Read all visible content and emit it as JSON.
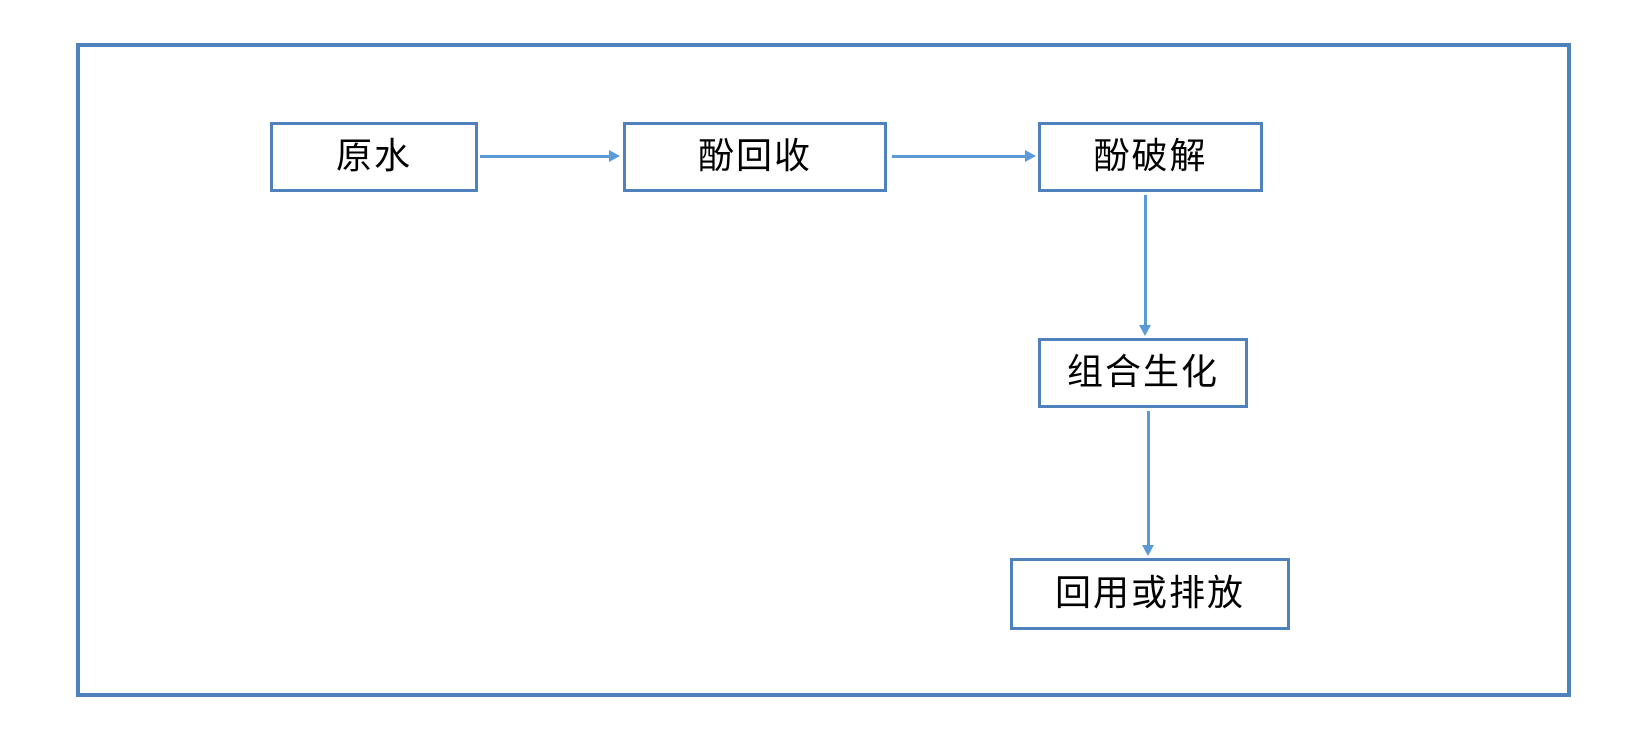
{
  "diagram": {
    "title": "phenol-wastewater-treatment-flowchart",
    "nodes": [
      {
        "id": "raw-water",
        "label": "原水"
      },
      {
        "id": "phenol-recovery",
        "label": "酚回收"
      },
      {
        "id": "phenol-cracking",
        "label": "酚破解"
      },
      {
        "id": "combined-biochemical",
        "label": "组合生化"
      },
      {
        "id": "reuse-or-discharge",
        "label": "回用或排放"
      }
    ],
    "edges": [
      {
        "from": "原水",
        "to": "酚回收",
        "direction": "right"
      },
      {
        "from": "酚回收",
        "to": "酚破解",
        "direction": "right"
      },
      {
        "from": "酚破解",
        "to": "组合生化",
        "direction": "down"
      },
      {
        "from": "组合生化",
        "to": "回用或排放",
        "direction": "down"
      }
    ],
    "colors": {
      "frame_border": "#4F81BD",
      "node_border": "#4F81BD",
      "arrow": "#5B9BD5",
      "node_fill": "#FFFFFF",
      "text": "#000000",
      "background": "#FFFFFF"
    }
  }
}
